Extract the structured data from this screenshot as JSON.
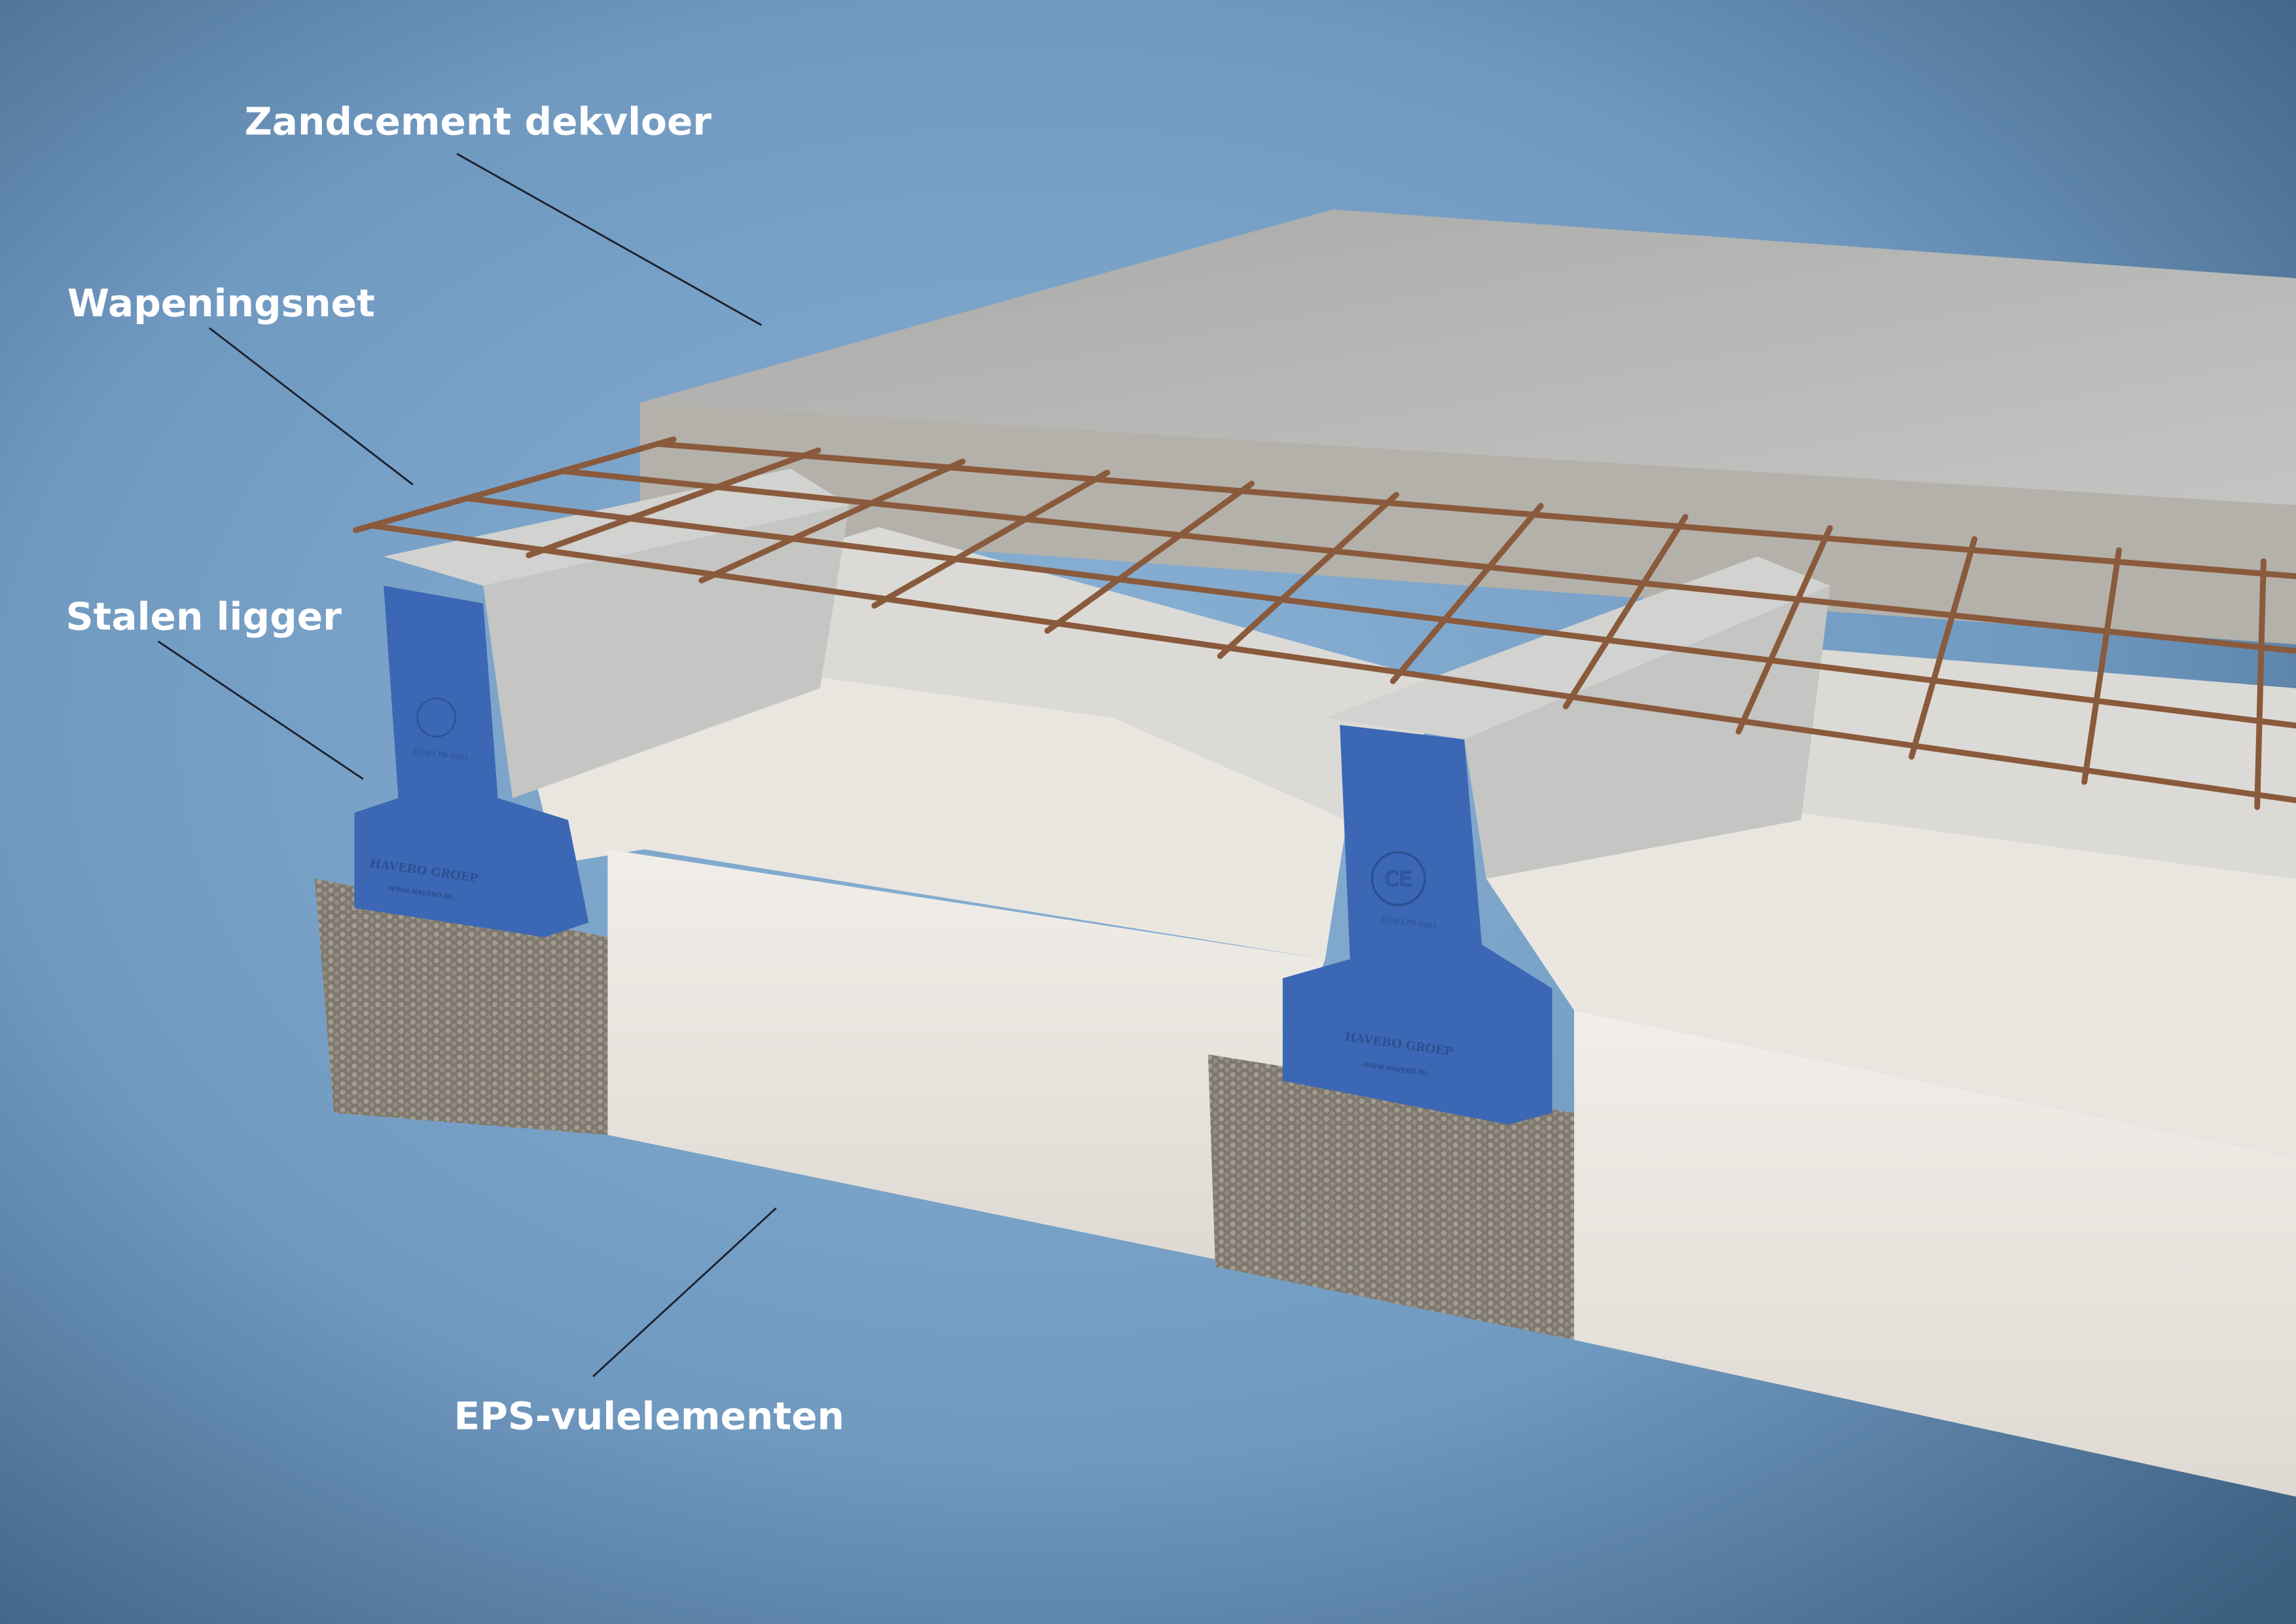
{
  "labels": {
    "screed": "Zandcement dekvloer",
    "mesh": "Wapeningsnet",
    "beam": "Stalen ligger",
    "eps": "EPS-vulelementen"
  },
  "beam_marking": {
    "brand": "HAVEBO GROEP",
    "certificate": "2388-CPR-0087",
    "website": "WWW.HAVEBO.NL",
    "mark": "CE"
  },
  "colors": {
    "background_center": "#8bb2d6",
    "background_edge": "#3d5f80",
    "concrete": "#b9b8b4",
    "eps": "#ece9e3",
    "beam": "#3b67b5",
    "rebar": "#8a5a3c",
    "gravel": "#8a8478"
  }
}
